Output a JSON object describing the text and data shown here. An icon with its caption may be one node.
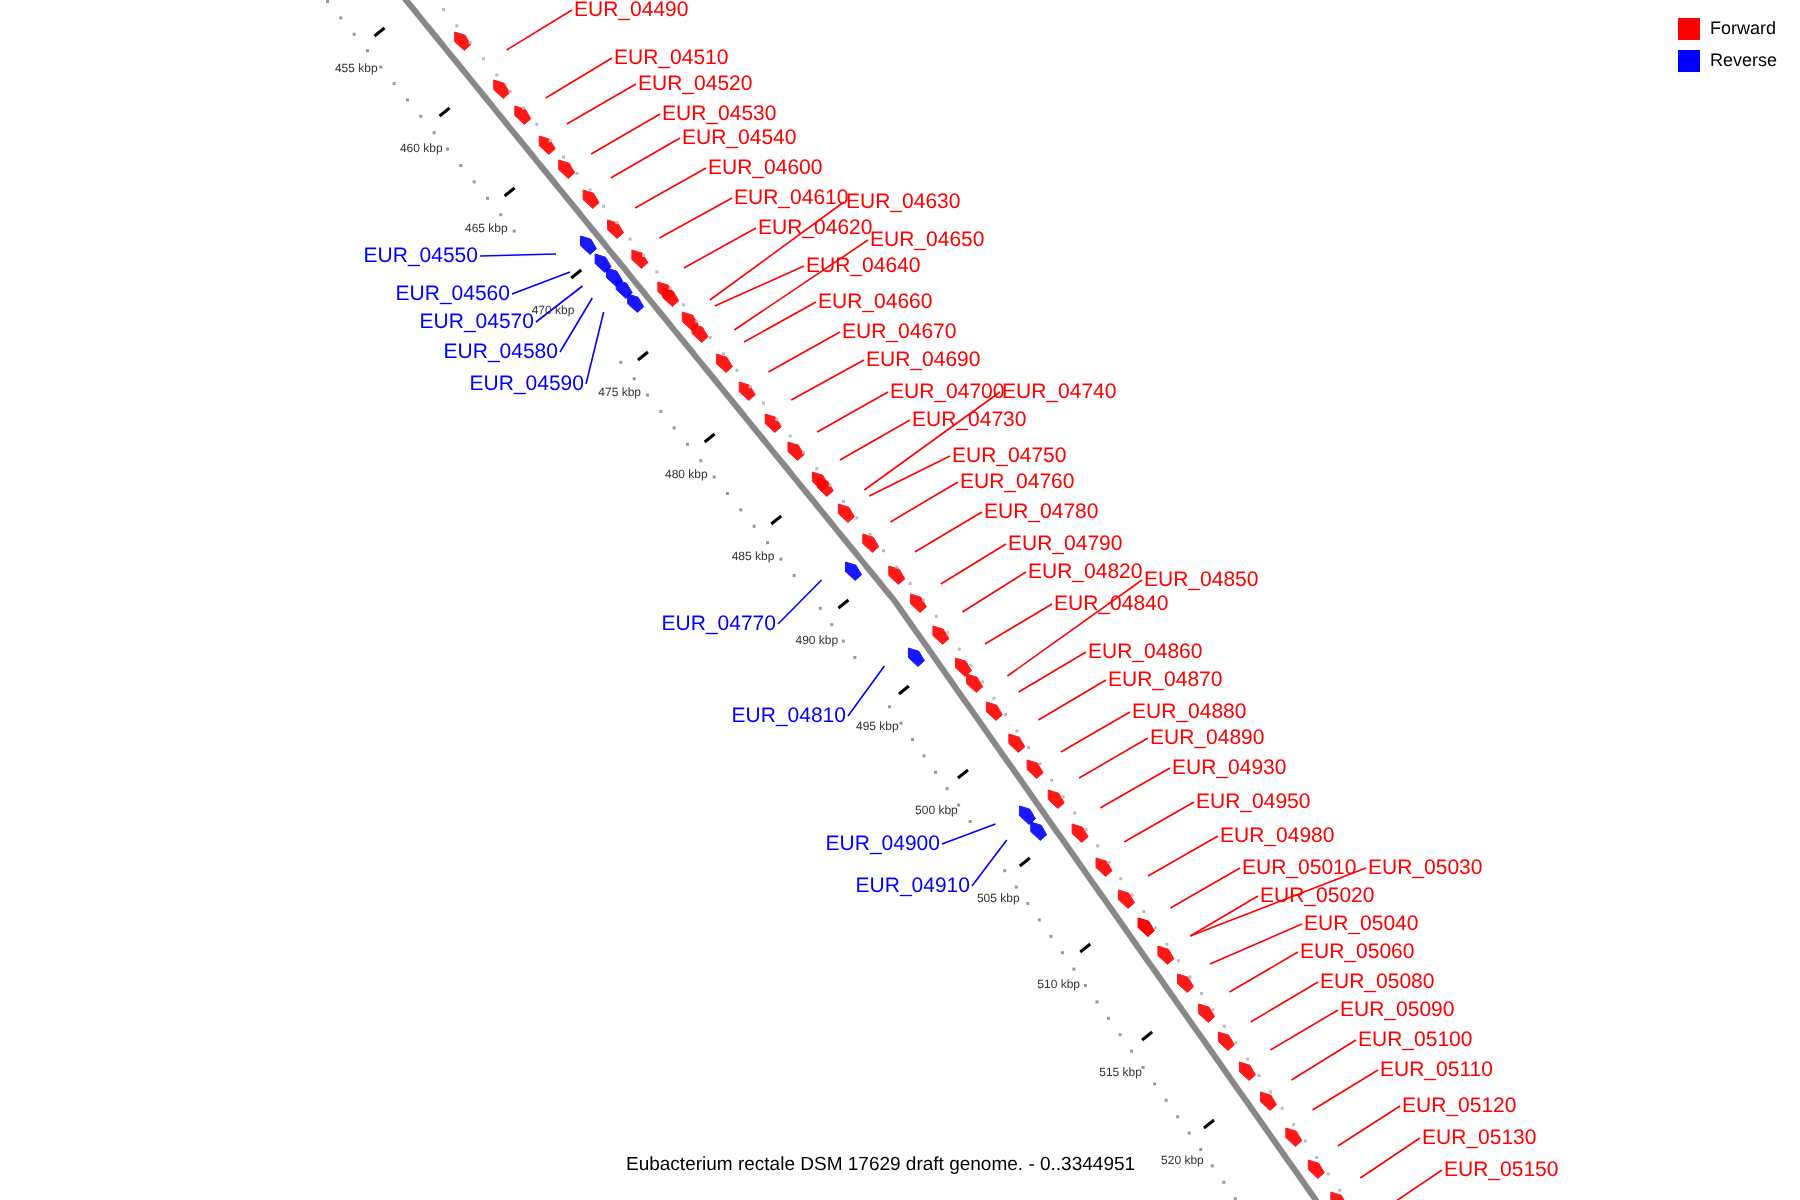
{
  "diagram": {
    "caption": "Eubacterium rectale DSM 17629 draft genome. - 0..3344951",
    "nodes": [
      {
        "text": [
          "EUR_04490"
        ]
      },
      {
        "text": [
          "EUR_04510"
        ]
      },
      {
        "text": [
          "EUR_04520"
        ]
      },
      {
        "text": [
          "EUR_04530"
        ]
      },
      {
        "text": [
          "EUR_04540"
        ]
      },
      {
        "text": [
          "EUR_04600"
        ]
      },
      {
        "text": [
          "EUR_04610"
        ]
      },
      {
        "text": [
          "EUR_04630"
        ]
      },
      {
        "text": [
          "EUR_04620"
        ]
      },
      {
        "text": [
          "EUR_04650"
        ]
      },
      {
        "text": [
          "EUR_04550"
        ]
      },
      {
        "text": [
          "EUR_04640"
        ]
      },
      {
        "text": [
          "EUR_04560"
        ]
      },
      {
        "text": [
          "EUR_04660"
        ]
      },
      {
        "text": [
          "EUR_04570"
        ]
      },
      {
        "text": [
          "EUR_04670"
        ]
      },
      {
        "text": [
          "EUR_04580"
        ]
      },
      {
        "text": [
          "EUR_04690"
        ]
      },
      {
        "text": [
          "EUR_04590"
        ]
      },
      {
        "text": [
          "EUR_04700"
        ]
      },
      {
        "text": [
          "EUR_04740"
        ]
      },
      {
        "text": [
          "EUR_04730"
        ]
      },
      {
        "text": [
          "EUR_04750"
        ]
      },
      {
        "text": [
          "EUR_04760"
        ]
      },
      {
        "text": [
          "EUR_04780"
        ]
      },
      {
        "text": [
          "EUR_04790"
        ]
      },
      {
        "text": [
          "EUR_04820"
        ]
      },
      {
        "text": [
          "EUR_04850"
        ]
      },
      {
        "text": [
          "EUR_04840"
        ]
      },
      {
        "text": [
          "EUR_04770"
        ]
      },
      {
        "text": [
          "EUR_04860"
        ]
      },
      {
        "text": [
          "EUR_04870"
        ]
      },
      {
        "text": [
          "EUR_04880"
        ]
      },
      {
        "text": [
          "EUR_04810"
        ]
      },
      {
        "text": [
          "EUR_04890"
        ]
      },
      {
        "text": [
          "EUR_04930"
        ]
      },
      {
        "text": [
          "EUR_04950"
        ]
      },
      {
        "text": [
          "EUR_04900"
        ]
      },
      {
        "text": [
          "EUR_04980"
        ]
      },
      {
        "text": [
          "EUR_05010"
        ]
      },
      {
        "text": [
          "EUR_05030"
        ]
      },
      {
        "text": [
          "EUR_04910"
        ]
      },
      {
        "text": [
          "EUR_05020"
        ]
      },
      {
        "text": [
          "EUR_05040"
        ]
      },
      {
        "text": [
          "EUR_05060"
        ]
      },
      {
        "text": [
          "EUR_05080"
        ]
      },
      {
        "text": [
          "EUR_05090"
        ]
      },
      {
        "text": [
          "EUR_05100"
        ]
      },
      {
        "text": [
          "EUR_05110"
        ]
      },
      {
        "text": [
          "EUR_05120"
        ]
      },
      {
        "text": [
          "EUR_05130"
        ]
      },
      {
        "text": [
          "EUR_05150"
        ]
      }
    ],
    "edges": [
      {
        "from": 0,
        "to": null,
        "arrow": "none"
      },
      {
        "from": 1,
        "to": null,
        "arrow": "none"
      },
      {
        "from": 2,
        "to": null,
        "arrow": "none"
      },
      {
        "from": 3,
        "to": null,
        "arrow": "none"
      },
      {
        "from": 4,
        "to": null,
        "arrow": "none"
      },
      {
        "from": 5,
        "to": null,
        "arrow": "none"
      },
      {
        "from": 6,
        "to": null,
        "arrow": "none"
      },
      {
        "from": 7,
        "to": null,
        "arrow": "none"
      },
      {
        "from": 8,
        "to": null,
        "arrow": "none"
      },
      {
        "from": 9,
        "to": null,
        "arrow": "none"
      },
      {
        "from": 10,
        "to": null,
        "arrow": "none",
        "color": "#0000ff"
      },
      {
        "from": 11,
        "to": null,
        "arrow": "none"
      },
      {
        "from": 12,
        "to": null,
        "arrow": "none",
        "color": "#0000ff"
      },
      {
        "from": 13,
        "to": null,
        "arrow": "none"
      },
      {
        "from": 14,
        "to": null,
        "arrow": "none",
        "color": "#0000ff"
      },
      {
        "from": 15,
        "to": null,
        "arrow": "none"
      },
      {
        "from": 16,
        "to": null,
        "arrow": "none",
        "color": "#0000ff"
      },
      {
        "from": 17,
        "to": null,
        "arrow": "none"
      },
      {
        "from": 18,
        "to": null,
        "arrow": "none",
        "color": "#0000ff"
      },
      {
        "from": 19,
        "to": null,
        "arrow": "none"
      },
      {
        "from": 20,
        "to": null,
        "arrow": "none"
      },
      {
        "from": 21,
        "to": null,
        "arrow": "none"
      },
      {
        "from": 22,
        "to": null,
        "arrow": "none"
      },
      {
        "from": 23,
        "to": null,
        "arrow": "none"
      },
      {
        "from": 24,
        "to": null,
        "arrow": "none"
      },
      {
        "from": 25,
        "to": null,
        "arrow": "none"
      },
      {
        "from": 26,
        "to": null,
        "arrow": "none"
      },
      {
        "from": 27,
        "to": null,
        "arrow": "none"
      },
      {
        "from": 28,
        "to": null,
        "arrow": "none"
      },
      {
        "from": 29,
        "to": null,
        "arrow": "none",
        "color": "#0000ff"
      },
      {
        "from": 30,
        "to": null,
        "arrow": "none"
      },
      {
        "from": 31,
        "to": null,
        "arrow": "none"
      },
      {
        "from": 32,
        "to": null,
        "arrow": "none"
      },
      {
        "from": 33,
        "to": null,
        "arrow": "none",
        "color": "#0000ff"
      },
      {
        "from": 34,
        "to": null,
        "arrow": "none"
      },
      {
        "from": 35,
        "to": null,
        "arrow": "none"
      },
      {
        "from": 36,
        "to": null,
        "arrow": "none"
      },
      {
        "from": 37,
        "to": null,
        "arrow": "none",
        "color": "#0000ff"
      },
      {
        "from": 38,
        "to": null,
        "arrow": "none"
      },
      {
        "from": 39,
        "to": null,
        "arrow": "none"
      },
      {
        "from": 40,
        "to": null,
        "arrow": "none"
      },
      {
        "from": 41,
        "to": null,
        "arrow": "none",
        "color": "#0000ff"
      },
      {
        "from": 42,
        "to": null,
        "arrow": "none"
      },
      {
        "from": 43,
        "to": null,
        "arrow": "none"
      },
      {
        "from": 44,
        "to": null,
        "arrow": "none"
      },
      {
        "from": 45,
        "to": null,
        "arrow": "none"
      },
      {
        "from": 46,
        "to": null,
        "arrow": "none"
      },
      {
        "from": 47,
        "to": null,
        "arrow": "none"
      },
      {
        "from": 48,
        "to": null,
        "arrow": "none"
      },
      {
        "from": 49,
        "to": null,
        "arrow": "none"
      },
      {
        "from": 50,
        "to": null,
        "arrow": "none"
      },
      {
        "from": 51,
        "to": null,
        "arrow": "none"
      }
    ],
    "labels": [
      "455 kbp",
      "460 kbp",
      "465 kbp",
      "470 kbp",
      "475 kbp",
      "480 kbp",
      "485 kbp",
      "490 kbp",
      "495 kbp",
      "500 kbp",
      "505 kbp",
      "510 kbp",
      "515 kbp",
      "520 kbp"
    ],
    "legend": [
      {
        "text": "Forward",
        "color": "#ff0000"
      },
      {
        "text": "Reverse",
        "color": "#0000ff"
      }
    ]
  }
}
